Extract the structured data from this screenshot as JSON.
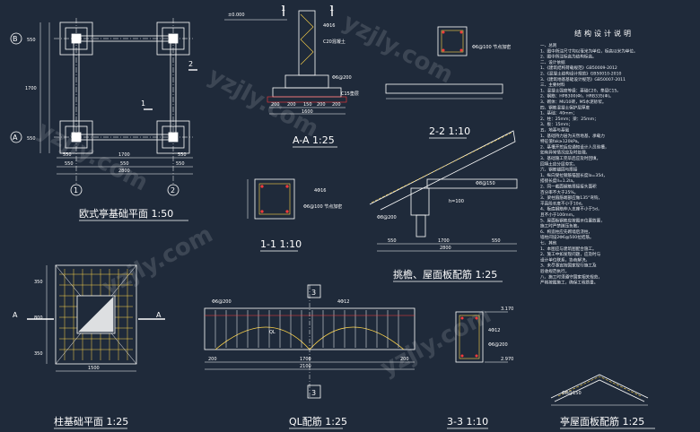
{
  "colors": {
    "background": "#1f2a3a",
    "line": "#ffffff",
    "accent_yellow": "#ffd54a",
    "accent_red": "#ff3b3b",
    "accent_green": "#33e04d",
    "accent_cyan": "#3fd7ff"
  },
  "titles": {
    "foundation_plan": "欧式亭基础平面 1:50",
    "section_aa": "A-A 1:25",
    "section_22": "2-2 1:10",
    "section_11": "1-1 1:10",
    "eaves_roof": "挑檐、屋面板配筋 1:25",
    "column_foundation": "柱基础平面 1:25",
    "ql_reinforcement": "QL配筋 1:25",
    "section_33": "3-3 1:10",
    "pavilion_roof": "亭屋面板配筋 1:25"
  },
  "axes": {
    "grid_rows": [
      "B",
      "A"
    ],
    "grid_cols": [
      "1",
      "2"
    ],
    "section_marks": [
      "1",
      "1",
      "2",
      "2",
      "3",
      "3",
      "A",
      "A"
    ]
  },
  "dimensions": {
    "plan_bottom": [
      "550",
      "1700",
      "550",
      "2800"
    ],
    "plan_bottom_row2": [
      "550",
      "550",
      "550"
    ],
    "plan_left": [
      "550",
      "1700",
      "550"
    ],
    "aa_bottom": [
      "200",
      "200",
      "150",
      "200",
      "200"
    ],
    "aa_total": "1600",
    "roof_bottom": [
      "550",
      "1700",
      "550"
    ],
    "roof_total": "2800",
    "col_bottom": [
      "1500"
    ],
    "col_left": [
      "350",
      "800",
      "350"
    ],
    "ql_bottom": [
      "200",
      "1700",
      "200"
    ],
    "ql_total": "2100",
    "elev": [
      "±0.000",
      "2.970",
      "3.170"
    ]
  },
  "annotations": {
    "rebar_top": "4Φ16",
    "stirrup": "Φ6@200",
    "beam_c20": "C20混凝土",
    "pad_c15": "C15垫层",
    "stirrup_dense": "Φ6@100 节点加密",
    "rebar_4_16": "4Φ16",
    "rebar_8_150": "Φ8@150",
    "rebar_8_200": "Φ8@200",
    "ql_stirrup": "Φ6@200",
    "ql_rebar": "4Φ12",
    "ql_ring": "QL",
    "slab_thk": "h=100"
  },
  "notes": {
    "title": "结构设计说明",
    "lines": [
      "一、总则",
      "1、图中所注尺寸均以毫米为单位，标高以米为单位。",
      "2、图中所注标高为结构标高。",
      "二、设计依据",
      "1、《建筑结构荷载规范》GB50009-2012",
      "2、《混凝土结构设计规范》GB50010-2010",
      "3、《建筑地基基础设计规范》GB50007-2011",
      "三、主要材料",
      "1、混凝土强度等级：基础C20，垫层C15。",
      "2、钢筋：HPB300(Φ)，HRB335(Φ)。",
      "3、砌体：MU10砖，M5水泥砂浆。",
      "四、钢筋混凝土保护层厚度",
      "1、基础：40mm；",
      "2、柱：25mm；梁：25mm；",
      "3、板：15mm；",
      "五、地基与基础",
      "1、基础持力层为天然地基，承载力",
      "   特征值fak≥120kPa。",
      "2、基槽开挖后应通知设计人员验槽，",
      "   如有异常情况应及时处理。",
      "3、基础施工完毕后应及时回填，",
      "   回填土应分层夯实。",
      "六、钢筋锚固与搭接",
      "1、纵向受拉钢筋锚固长度la=35d，",
      "   搭接长度ll=1.2la。",
      "2、同一截面钢筋搭接接头面积",
      "   百分率不大于25%。",
      "3、梁柱箍筋端部应做135°弯钩，",
      "   平直段长度不小于10d。",
      "4、板底钢筋伸入支座不小于5d，",
      "   且不小于100mm。",
      "5、屋面板钢筋应按图示位置放置，",
      "   施工时严禁踩压负筋。",
      "6、构造柱应先砌墙后浇柱，",
      "   墙柱间设2Φ6@500拉结筋。",
      "七、其他",
      "1、本图应与建筑图配合施工。",
      "2、施工中如发现问题，应及时与",
      "   设计单位联系，协商解决。",
      "3、未尽事宜按国家现行施工及",
      "   验收规范执行。",
      "八、施工时须遵守国家相关规范，",
      "   严格按图施工，确保工程质量。"
    ]
  },
  "watermark": {
    "text": "yzjly.com"
  }
}
